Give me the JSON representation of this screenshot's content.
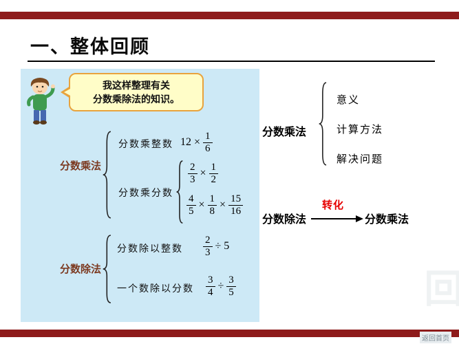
{
  "colors": {
    "header_bar": "#8E1B1B",
    "panel_bg": "#CDE9F6",
    "bubble_bg": "#FFFDC8",
    "bubble_border": "#E8A33D",
    "left_group_label": "#7C3A21",
    "transform_text": "#E60000"
  },
  "page": {
    "title": "一、整体回顾"
  },
  "bubble": {
    "line1": "我这样整理有关",
    "line2": "分数乘除法的知识。"
  },
  "left": {
    "mult_label": "分数乘法",
    "mult_int_label": "分数乘整数",
    "mult_frac_label": "分数乘分数",
    "div_label": "分数除法",
    "div_int_label": "分数除以整数",
    "div_frac_label": "一个数除以分数",
    "e1": {
      "a": "12",
      "op": "×",
      "n1": "1",
      "d1": "6"
    },
    "e2": {
      "n1": "2",
      "d1": "3",
      "op": "×",
      "n2": "1",
      "d2": "2"
    },
    "e3": {
      "n1": "4",
      "d1": "5",
      "op1": "×",
      "n2": "1",
      "d2": "8",
      "op2": "×",
      "n3": "15",
      "d3": "16"
    },
    "e4": {
      "n1": "2",
      "d1": "3",
      "op": "÷",
      "b": "5"
    },
    "e5": {
      "n1": "3",
      "d1": "4",
      "op": "÷",
      "n2": "3",
      "d2": "5"
    }
  },
  "right": {
    "mult_label": "分数乘法",
    "items": [
      "意义",
      "计算方法",
      "解决问题"
    ],
    "div_label": "分数除法",
    "transform_label": "转化",
    "result_label": "分数乘法"
  },
  "watermark": {
    "badge": "返回首页",
    "ghost": "返回"
  }
}
